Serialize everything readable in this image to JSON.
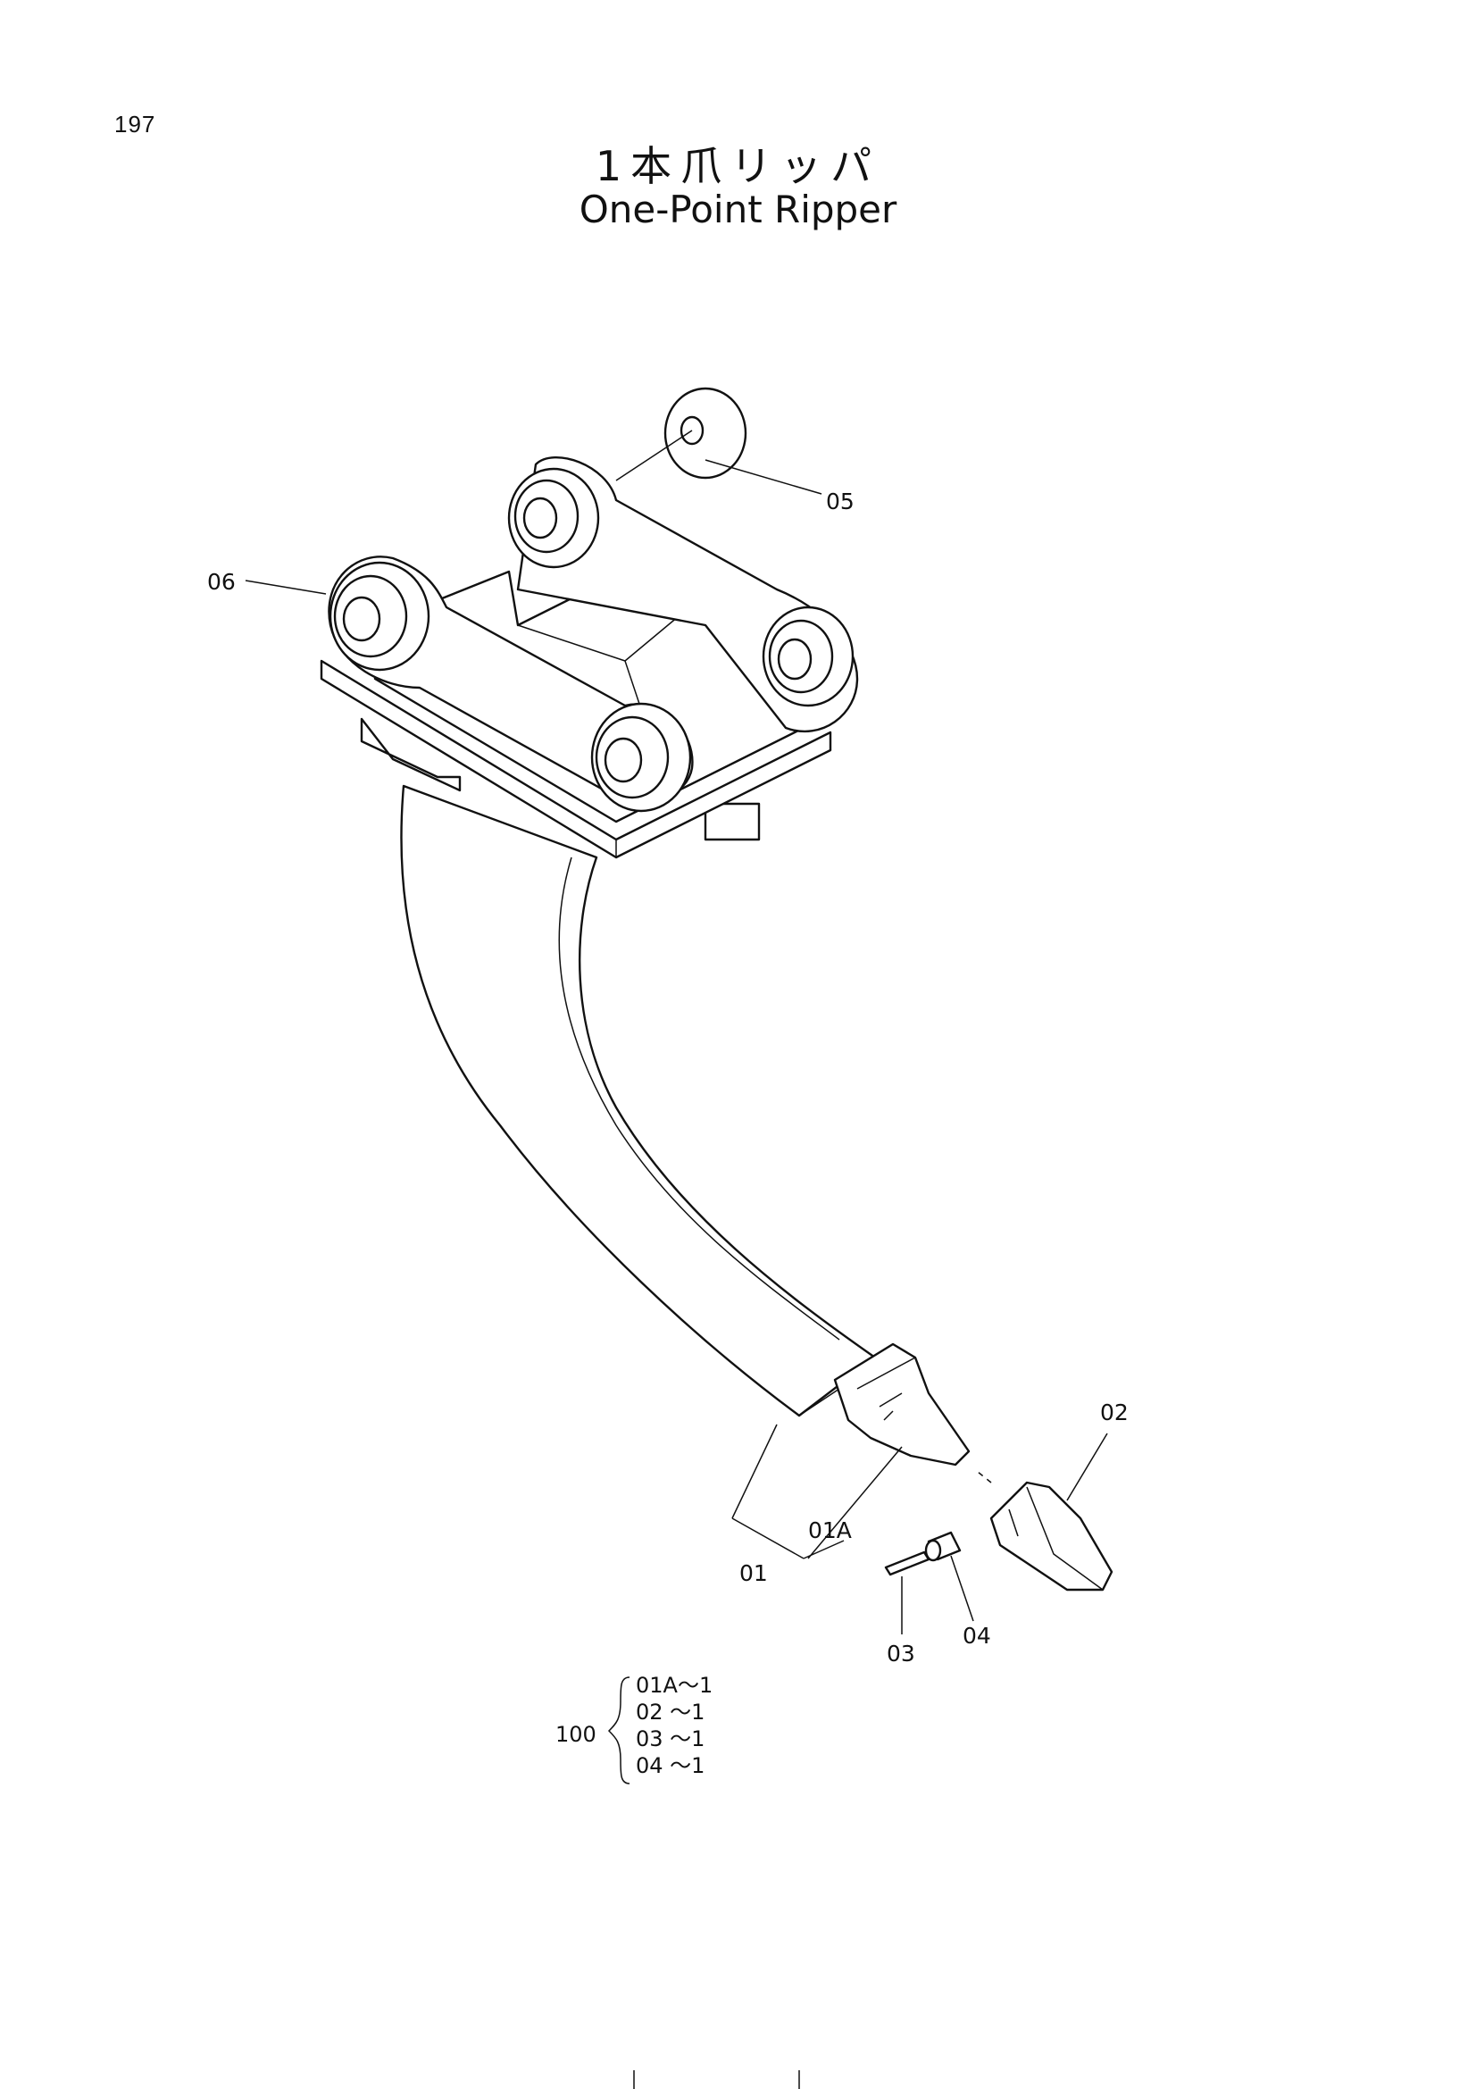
{
  "page_number": "197",
  "title_jp": "1本爪リッパ",
  "title_en": "One-Point Ripper",
  "callouts": {
    "c05": "05",
    "c06": "06",
    "c02": "02",
    "c01A": "01A",
    "c01": "01",
    "c03": "03",
    "c04": "04"
  },
  "assembly_note": {
    "number": "100",
    "items": [
      "01A～1",
      "02 ～1",
      "03 ～1",
      "04 ～1"
    ]
  }
}
